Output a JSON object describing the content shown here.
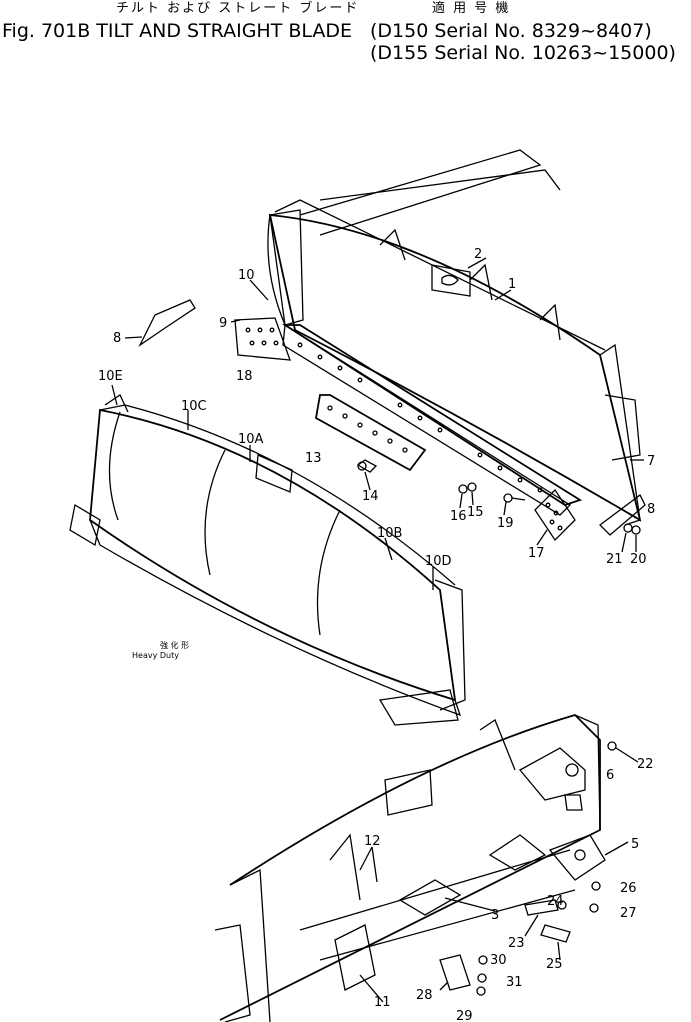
{
  "header": {
    "fig_title": "Fig. 701B TILT AND STRAIGHT BLADE",
    "jp_title": "チルト および ストレート ブレード",
    "jp_applicable": "適 用 号 機",
    "serial_1": "(D150 Serial No. 8329~8407)",
    "serial_2": "(D155 Serial No. 10263~15000)"
  },
  "annotations": {
    "heavy_duty_jp": "強 化 形",
    "heavy_duty": "Heavy Duty"
  },
  "callouts": {
    "c1": "1",
    "c2": "2",
    "c3": "3",
    "c5": "5",
    "c6": "6",
    "c7": "7",
    "c8a": "8",
    "c8b": "8",
    "c9": "9",
    "c10": "10",
    "c10a": "10A",
    "c10b": "10B",
    "c10c": "10C",
    "c10d": "10D",
    "c10e": "10E",
    "c11": "11",
    "c12": "12",
    "c13": "13",
    "c14": "14",
    "c15": "15",
    "c16": "16",
    "c17": "17",
    "c18": "18",
    "c19": "19",
    "c20": "20",
    "c21": "21",
    "c22": "22",
    "c23": "23",
    "c24": "24",
    "c25": "25",
    "c26": "26",
    "c27": "27",
    "c28": "28",
    "c29": "29",
    "c30": "30",
    "c31": "31"
  }
}
